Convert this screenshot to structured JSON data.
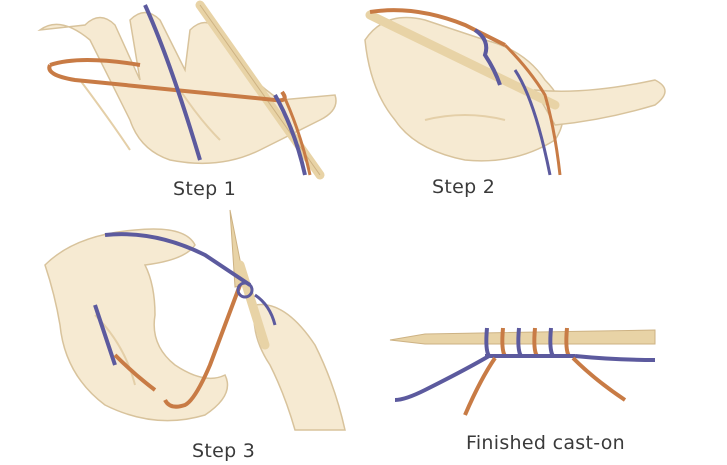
{
  "steps": [
    {
      "caption": "Step 1"
    },
    {
      "caption": "Step 2"
    },
    {
      "caption": "Step 3"
    },
    {
      "caption": "Finished cast-on"
    }
  ],
  "colors": {
    "skin": "#f6ead2",
    "skin_shadow": "#e4cfa8",
    "needle": "#e8d3a6",
    "yarn_orange": "#c87b45",
    "yarn_blue": "#5c5a9e",
    "caption_text": "#3a3a3a"
  }
}
